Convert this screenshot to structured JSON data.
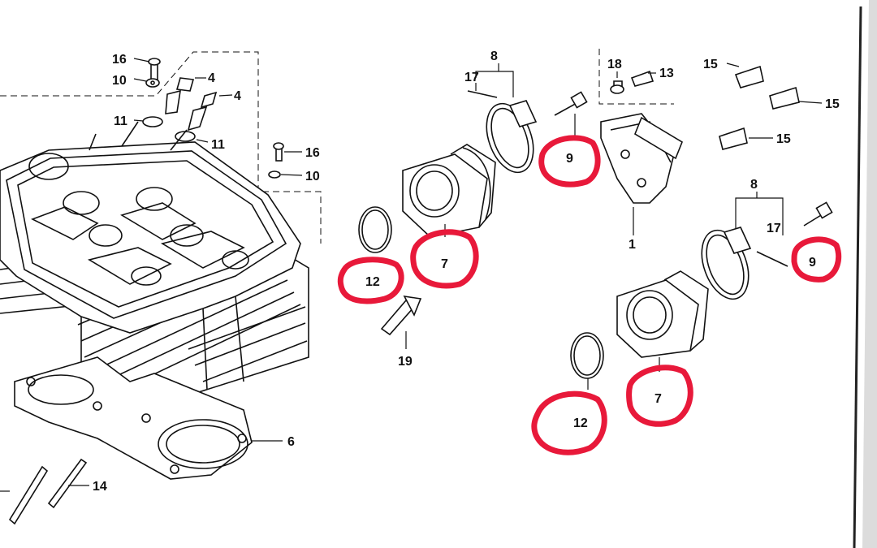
{
  "part_labels": {
    "p16a": "16",
    "p10a": "10",
    "p4a": "4",
    "p4b": "4",
    "p11a": "11",
    "p11b": "11",
    "p16b": "16",
    "p10b": "10",
    "p6": "6",
    "p14": "14",
    "p12a": "12",
    "p7a": "7",
    "p19": "19",
    "p8a": "8",
    "p17a": "17",
    "p9a": "9",
    "p18": "18",
    "p13": "13",
    "p1": "1",
    "p15a": "15",
    "p15b": "15",
    "p15c": "15",
    "p8b": "8",
    "p17b": "17",
    "p9b": "9",
    "p12b": "12",
    "p7b": "7"
  },
  "colors": {
    "highlight": "#e8193a",
    "ink": "#111111",
    "paper": "#ffffff"
  }
}
